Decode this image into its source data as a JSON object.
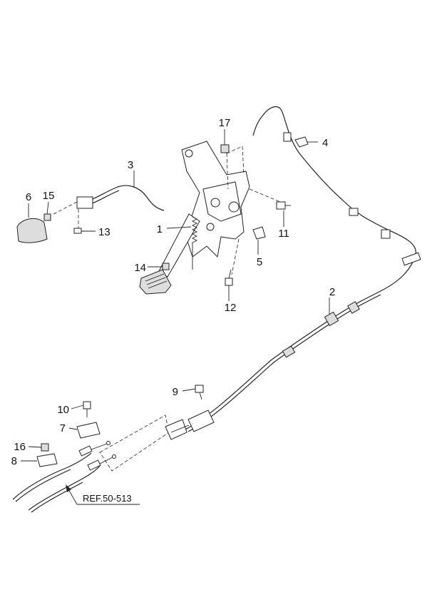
{
  "callouts": {
    "c1": "1",
    "c2": "2",
    "c3": "3",
    "c4": "4",
    "c5": "5",
    "c6": "6",
    "c7": "7",
    "c8": "8",
    "c9": "9",
    "c10": "10",
    "c11": "11",
    "c12": "12",
    "c13": "13",
    "c14": "14",
    "c15": "15",
    "c16": "16",
    "c17": "17"
  },
  "reference": "REF.50-513"
}
